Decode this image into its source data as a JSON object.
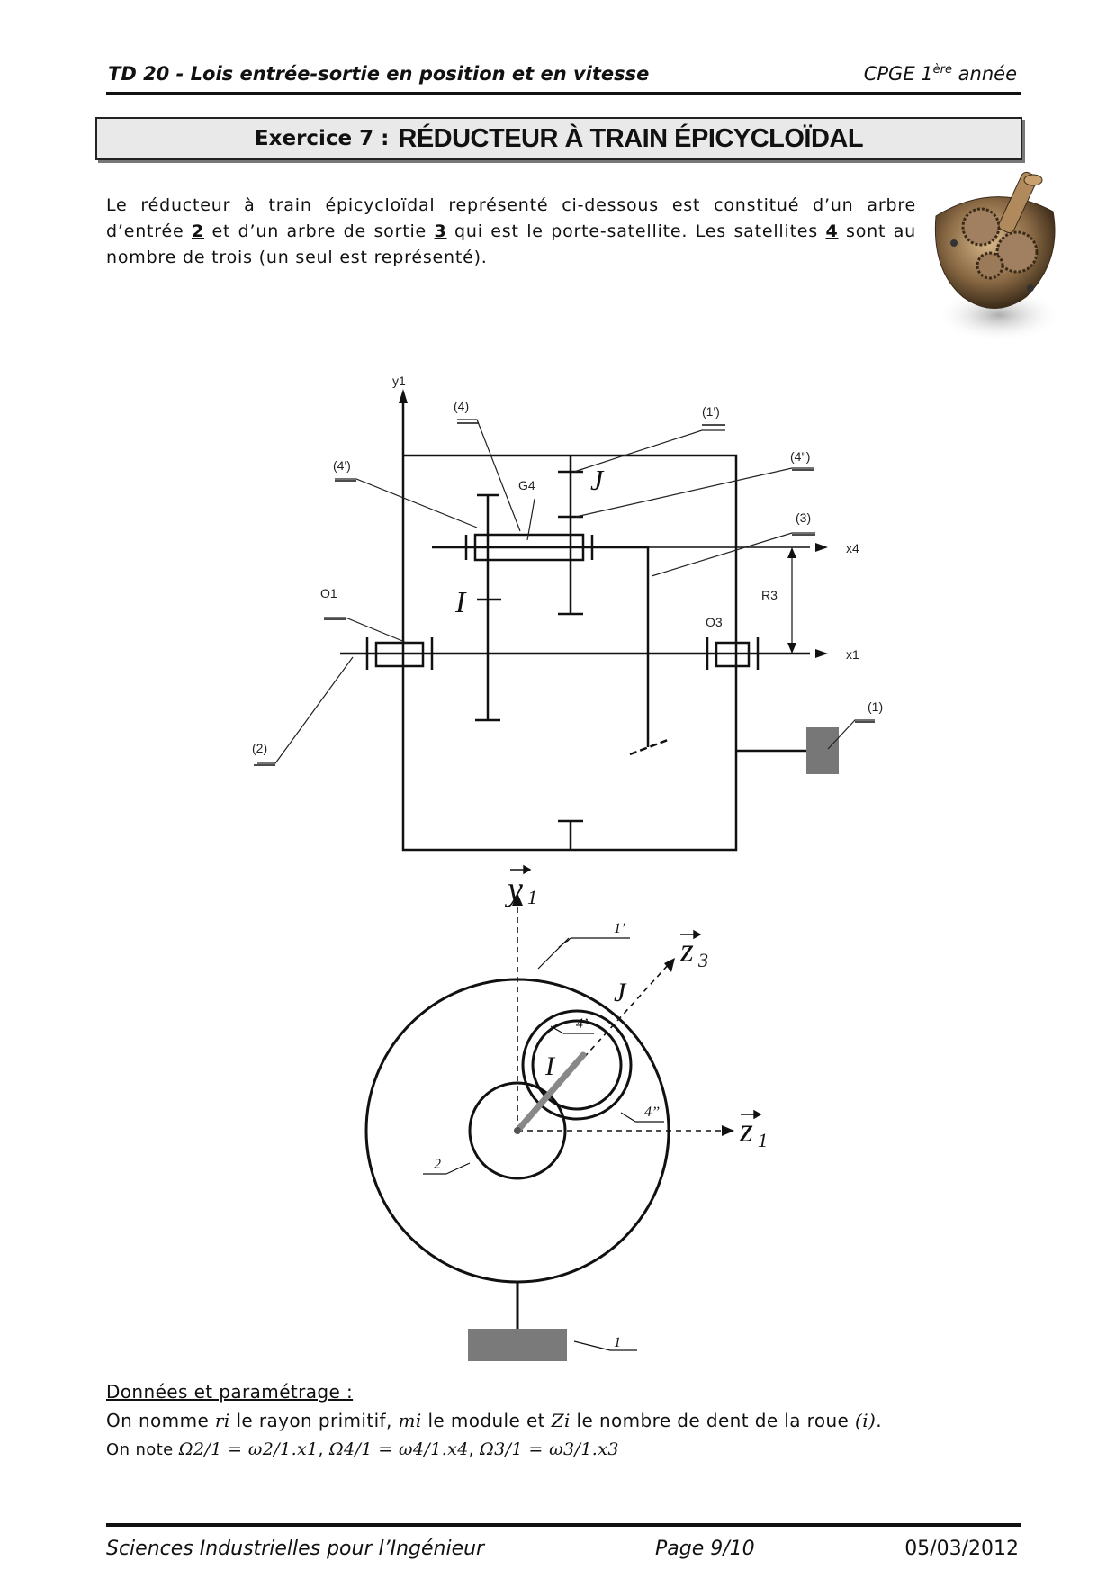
{
  "header": {
    "left": "TD 20 - Lois entrée-sortie en position et en vitesse",
    "right_prefix": "CPGE 1",
    "right_sup": "ère",
    "right_suffix": " année"
  },
  "title": {
    "exercise": "Exercice 7 :",
    "main": "RÉDUCTEUR À TRAIN ÉPICYCLOÏDAL"
  },
  "intro": {
    "part1": "Le réducteur à train épicycloïdal représenté ci-dessous est constitué d’un arbre d’entrée ",
    "num2": "2",
    "part2": " et d’un arbre de sortie ",
    "num3": "3",
    "part3": " qui est le porte-satellite. Les satellites ",
    "num4": "4",
    "part4": " sont au nombre de trois (un seul est représenté)."
  },
  "diagram1": {
    "labels": {
      "y1": "y1",
      "l4": "(4)",
      "l1p": "(1')",
      "l4p": "(4')",
      "l4pp": "(4'')",
      "G4": "G4",
      "J": "J",
      "l3": "(3)",
      "x4": "x4",
      "O1": "O1",
      "I": "I",
      "R3": "R3",
      "O3": "O3",
      "x1": "x1",
      "l1": "(1)",
      "l2": "(2)"
    }
  },
  "diagram2": {
    "labels": {
      "y1": "y",
      "y1_sub": "1",
      "z3": "z",
      "z3_sub": "3",
      "z1": "z",
      "z1_sub": "1",
      "l1p": "1’",
      "J": "J",
      "l4p": "4’",
      "I": "I",
      "l4pp": "4’’",
      "l2": "2",
      "l1": "1"
    }
  },
  "donnees": {
    "title": "Données et paramétrage :",
    "line1_a": "On nomme ",
    "r_i": "ri",
    "line1_b": " le rayon primitif, ",
    "m_i": "mi",
    "line1_c": " le module et ",
    "Z_i": "Zi",
    "line1_d": " le nombre de dent de la roue ",
    "i": "(i)",
    "line1_e": ".",
    "line2_a": "On note ",
    "eq1": "Ω2/1 = ω2/1.x1",
    "eq2": "Ω4/1 = ω4/1.x4",
    "eq3": "Ω3/1 = ω3/1.x3"
  },
  "footer": {
    "left": "Sciences Industrielles pour l’Ingénieur",
    "mid": "Page 9/10",
    "right": "05/03/2012"
  }
}
